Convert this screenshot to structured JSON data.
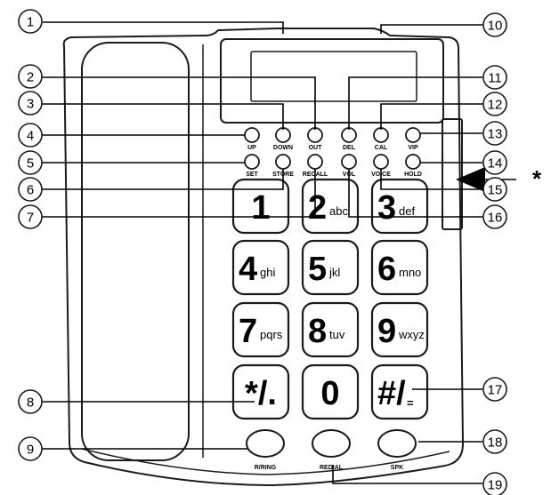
{
  "diagram": {
    "callouts": [
      "1",
      "2",
      "3",
      "4",
      "5",
      "6",
      "7",
      "8",
      "9",
      "10",
      "11",
      "12",
      "13",
      "14",
      "15",
      "16",
      "17",
      "18",
      "19"
    ],
    "asterisk": "*",
    "buttons_row1": [
      "UP",
      "DOWN",
      "OUT",
      "DEL",
      "CAL",
      "VIP"
    ],
    "buttons_row2": [
      "SET",
      "STORE",
      "RECALL",
      "VOL",
      "VOICE",
      "HOLD"
    ],
    "keys": [
      {
        "main": "1",
        "sub": ""
      },
      {
        "main": "2",
        "sub": "abc"
      },
      {
        "main": "3",
        "sub": "def"
      },
      {
        "main": "4",
        "sub": "ghi"
      },
      {
        "main": "5",
        "sub": "jkl"
      },
      {
        "main": "6",
        "sub": "mno"
      },
      {
        "main": "7",
        "sub": "pqrs"
      },
      {
        "main": "8",
        "sub": "tuv"
      },
      {
        "main": "9",
        "sub": "wxyz"
      },
      {
        "main": "*/.",
        "sub": ""
      },
      {
        "main": "0",
        "sub": ""
      },
      {
        "main": "#/",
        "sub": "="
      }
    ],
    "bottom_buttons": [
      "R/RING",
      "REDIAL",
      "SPK"
    ]
  }
}
